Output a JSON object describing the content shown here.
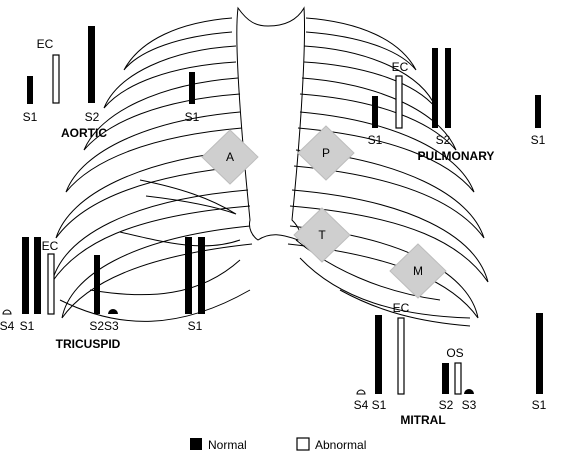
{
  "labels": {
    "ec": "EC",
    "s1": "S1",
    "s2": "S2",
    "s3": "S3",
    "s4": "S4",
    "s2s3": "S2S3",
    "os": "OS"
  },
  "areas": {
    "aortic": "AORTIC",
    "pulmonary": "PULMONARY",
    "tricuspid": "TRICUSPID",
    "mitral": "MITRAL"
  },
  "zones": {
    "a": "A",
    "p": "P",
    "t": "T",
    "m": "M"
  },
  "legend": {
    "normal": "Normal",
    "abnormal": "Abnormal"
  },
  "colors": {
    "normal": "#000000",
    "abnormal": "#ffffff",
    "zone_fill": "#cfcfcf"
  }
}
